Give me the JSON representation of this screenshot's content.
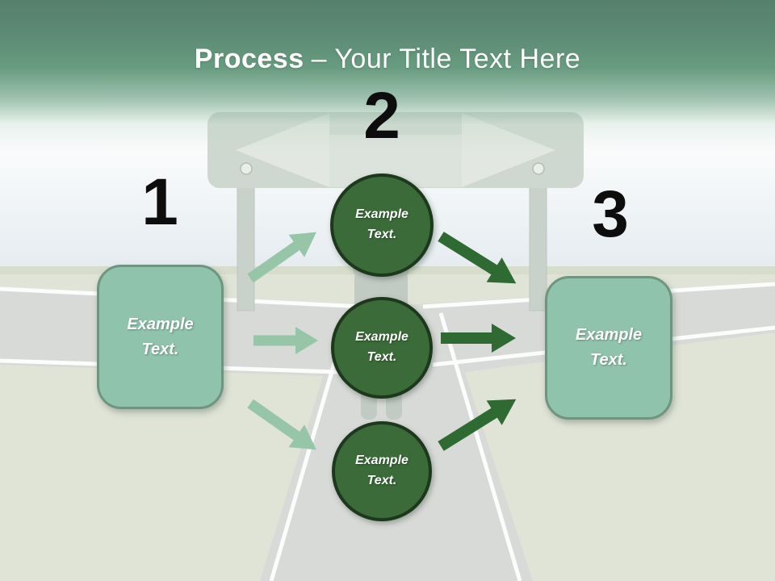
{
  "title": {
    "emphasis": "Process",
    "rest": "– Your Title Text Here"
  },
  "numbers": {
    "step1": "1",
    "step2": "2",
    "step3": "3"
  },
  "left_box": {
    "line1": "Example",
    "line2": "Text."
  },
  "right_box": {
    "line1": "Example",
    "line2": "Text."
  },
  "circles": [
    {
      "line1": "Example",
      "line2": "Text."
    },
    {
      "line1": "Example",
      "line2": "Text."
    },
    {
      "line1": "Example",
      "line2": "Text."
    }
  ],
  "colors": {
    "header_green_top": "#56806b",
    "header_green_mid": "#689c80",
    "title_text": "#ffffff",
    "number_text": "#0d0d0d",
    "box_fill": "#8fc3ac",
    "box_border": "#6f947f",
    "box_text": "#ffffff",
    "circle_fill": "#3a6b38",
    "circle_border": "#1d381d",
    "circle_text": "#ffffff",
    "arrow_light": "#97c5a7",
    "arrow_dark": "#2e6a32"
  }
}
